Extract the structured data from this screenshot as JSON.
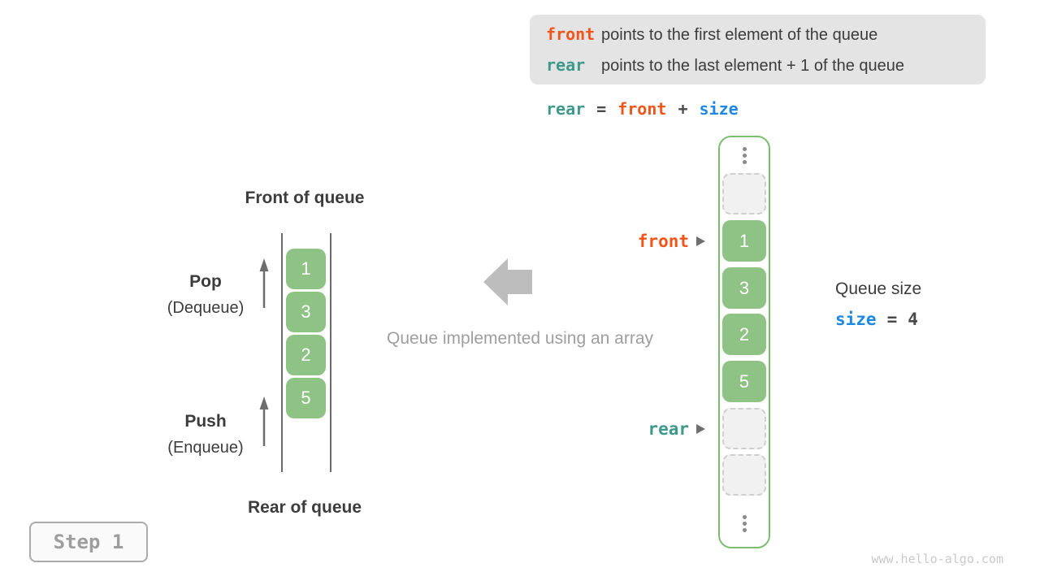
{
  "info_box": {
    "line1_token": "front",
    "line1_text": "points to the first element of the queue",
    "line2_token": "rear",
    "line2_text": "points to the last element + 1 of the queue"
  },
  "formula": {
    "rear": "rear",
    "eq": "=",
    "front": "front",
    "plus": "+",
    "size": "size"
  },
  "left_queue": {
    "top_label": "Front of queue",
    "bottom_label": "Rear of queue",
    "pop_label": "Pop",
    "pop_sub": "(Dequeue)",
    "push_label": "Push",
    "push_sub": "(Enqueue)",
    "values": [
      "1",
      "3",
      "2",
      "5"
    ]
  },
  "middle": {
    "caption": "Queue implemented using an array",
    "arrow_icon": "left-block-arrow"
  },
  "right_array": {
    "front_pointer": "front",
    "rear_pointer": "rear",
    "values": [
      "1",
      "3",
      "2",
      "5"
    ],
    "empty_cell_count": 3,
    "ellipsis_icon": "vertical-dots"
  },
  "queue_size": {
    "label": "Queue size",
    "var": "size",
    "eq": "=",
    "value": "4"
  },
  "step_badge": "Step 1",
  "watermark": "www.hello-algo.com",
  "colors": {
    "front_accent": "#f0551a",
    "rear_accent": "#3d9a8b",
    "size_accent": "#1e88e5",
    "cell_green": "#8fc285",
    "container_border_green": "#7cbd72",
    "info_box_bg": "#e4e4e4",
    "muted_gray": "#9e9e9e",
    "text_dark": "#3c3c3c"
  }
}
